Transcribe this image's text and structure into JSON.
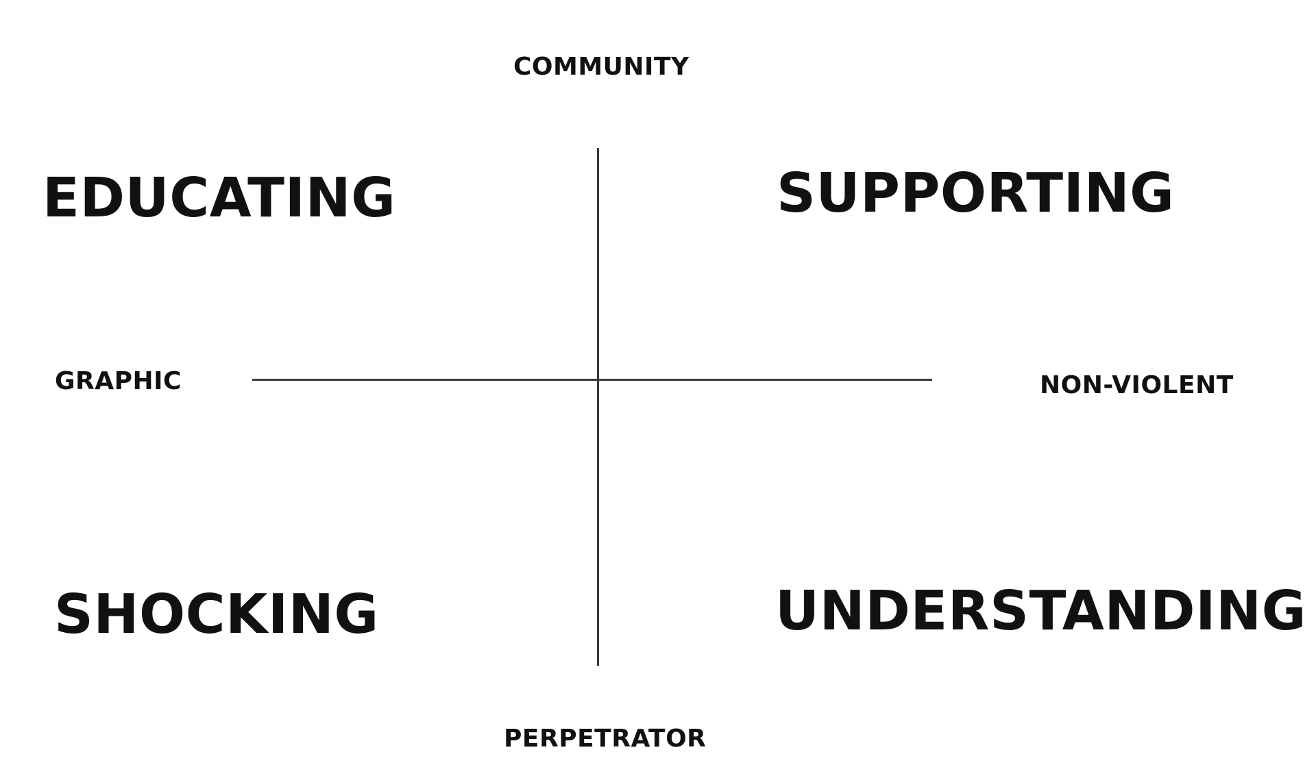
{
  "axes": {
    "top": "COMMUNITY",
    "bottom": "PERPETRATOR",
    "left": "GRAPHIC",
    "right": "NON-VIOLENT"
  },
  "quadrants": {
    "top_left": "EDUCATING",
    "top_right": "SUPPORTING",
    "bottom_left": "SHOCKING",
    "bottom_right": "UNDERSTANDING"
  }
}
